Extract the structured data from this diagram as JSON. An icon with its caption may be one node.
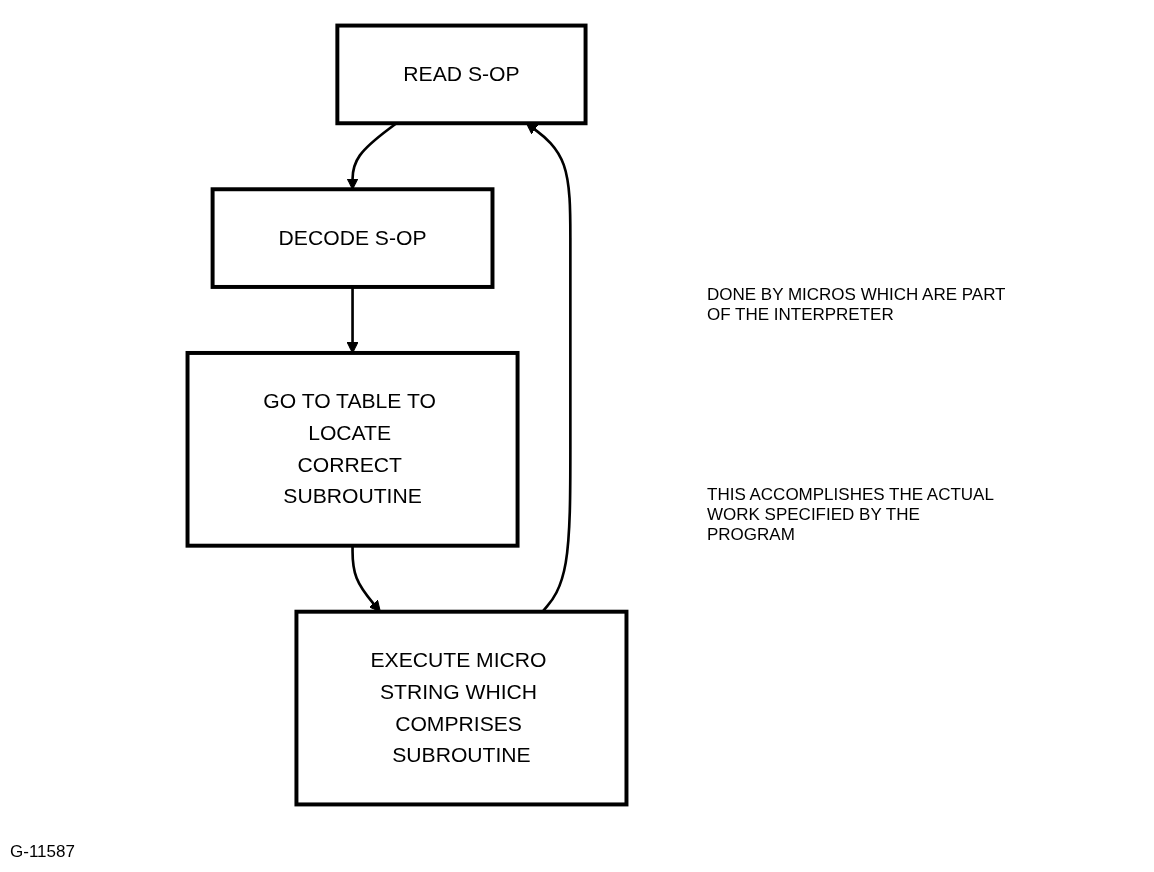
{
  "diagram": {
    "nodes": [
      {
        "text": [
          "READ S-OP"
        ]
      },
      {
        "text": [
          "DECODE S-OP"
        ]
      },
      {
        "text": [
          "GO TO TABLE TO LOCATE CORRECT SUBROUTINE"
        ]
      },
      {
        "text": [
          "EXECUTE MICRO STRING WHICH COMPRISES SUBROUTINE"
        ]
      }
    ],
    "edges": [
      {
        "from": 0,
        "to": 1,
        "arrow": "to"
      },
      {
        "from": 1,
        "to": 2,
        "arrow": "to"
      },
      {
        "from": 2,
        "to": 3,
        "arrow": "to"
      },
      {
        "from": 3,
        "to": 0,
        "arrow": "to"
      }
    ],
    "labels": [
      "DONE BY MICROS WHICH ARE PART OF THE INTERPRETER",
      "THIS ACCOMPLISHES THE ACTUAL WORK SPECIFIED BY THE PROGRAM",
      "G-11587"
    ]
  }
}
